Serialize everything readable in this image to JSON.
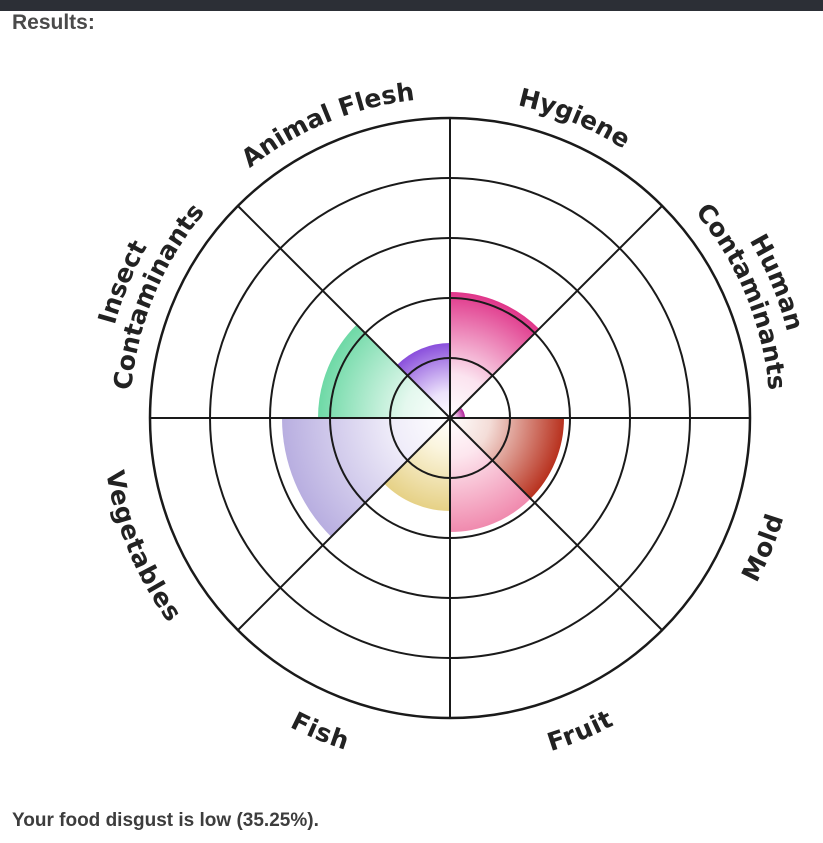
{
  "page": {
    "title": "Results:",
    "summary": "Your food disgust is low (35.25%)."
  },
  "chart_data": {
    "type": "polar-area",
    "rings": 5,
    "max": 5,
    "categories": [
      {
        "name": "Hygiene",
        "value": 2.1,
        "color": "#e0368a",
        "light": "#fbe3ef"
      },
      {
        "name": "Human Contaminants",
        "value": 0.25,
        "color": "#b0229a",
        "light": "#f3d6ee"
      },
      {
        "name": "Mold",
        "value": 1.9,
        "color": "#b8311e",
        "light": "#f4ddd8"
      },
      {
        "name": "Fruit",
        "value": 1.9,
        "color": "#f08aae",
        "light": "#fde6ee"
      },
      {
        "name": "Fish",
        "value": 1.55,
        "color": "#e6d186",
        "light": "#fbf5de"
      },
      {
        "name": "Vegetables",
        "value": 2.8,
        "color": "#b8aee0",
        "light": "#efecf9"
      },
      {
        "name": "Insect Contaminants",
        "value": 2.2,
        "color": "#6ed9a6",
        "light": "#e4f8ee"
      },
      {
        "name": "Animal Flesh",
        "value": 1.25,
        "color": "#8a4fdc",
        "light": "#ece2fb"
      }
    ]
  }
}
